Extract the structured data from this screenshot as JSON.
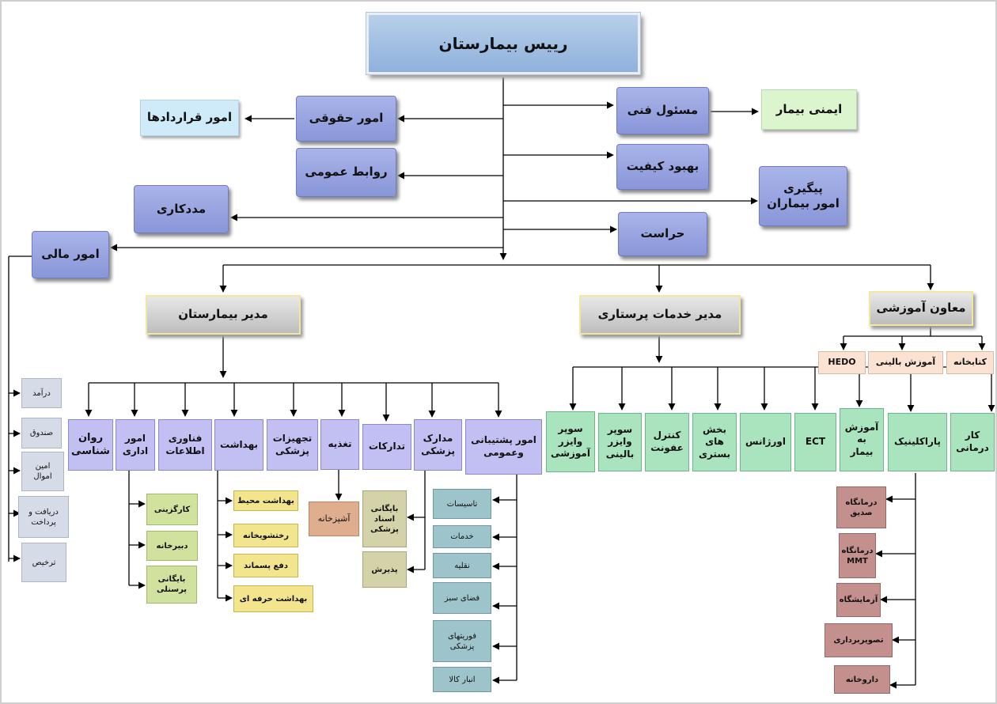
{
  "chart": {
    "head": "رییس بیمارستان",
    "top_units": {
      "legal": "امور حقوقی",
      "contracts": "امور قراردادها",
      "public_relations": "روابط عمومی",
      "social_work": "مددکاری",
      "finance": "امور مالی",
      "technical": "مسئول فنی",
      "patient_safety": "ایمنی بیمار",
      "quality": "بهبود کیفیت",
      "patient_affairs": "پیگیری\nامور بیماران",
      "security": "حراست"
    },
    "managers": {
      "hospital": "مدیر بیمارستان",
      "nursing": "مدیر خدمات پرستاری",
      "education": "معاون آموزشی"
    },
    "education_units": [
      "کتابخانه",
      "آموزش بالینی",
      "HEDO"
    ],
    "finance_units": [
      "درآمد",
      "صندوق",
      "امین\nاموال",
      "دریافت و\nپرداخت",
      "ترخیص"
    ],
    "hospital_units": {
      "psychology": "روان\nشناسی",
      "admin": "امور\nاداری",
      "it": "فناوری\nاطلاعات",
      "health": "بهداشت",
      "equipment": "تجهیزات\nپزشکی",
      "nutrition": "تغذیه",
      "procurement": "تدارکات",
      "records": "مدارک\nپزشکی",
      "support": "امور پشتیبانی\nوعمومی"
    },
    "admin_units": [
      "کارگزینی",
      "دبیرخانه",
      "بایگانی\nپرسنلی"
    ],
    "health_units": [
      "بهداشت محیط",
      "رختشویخانه",
      "دفع پسماند",
      "بهداشت حرفه ای"
    ],
    "nutrition_units": [
      "آشپزخانه"
    ],
    "records_units": [
      "بایگانی\nاسناد\nپزشکی",
      "پذیرش"
    ],
    "support_units": [
      "تاسیسات",
      "خدمات",
      "نقلیه",
      "فضای سبز",
      "فوریتهای\nپزشکی",
      "انبار کالا"
    ],
    "nursing_units": [
      "کار\nدرمانی",
      "پاراکلینیک",
      "آموزش\nبه\nبیمار",
      "ECT",
      "اورژانس",
      "بخش\nهای\nبستری",
      "کنترل\nعفونت",
      "سوپر\nوایزر\nبالینی",
      "سوپر\nوایزر\nآموزشی"
    ],
    "paraclinic_units": [
      "درمانگاه\nصدیق",
      "درمانگاه\nMMT",
      "آزمایشگاه",
      "تصویربرداری",
      "داروخانه"
    ]
  },
  "colors": {
    "blue_box": "#8f9cdc",
    "head_box": "#a4c0e3",
    "gray_box": "#cfcfcf",
    "purple_box": "#c2bff2",
    "green_box": "#a9e4be",
    "teal_box": "#9dc4cb",
    "lime_box": "#d1e29e",
    "yellow_box": "#f3e58e",
    "rose_box": "#c4908e",
    "connector": "#000000"
  }
}
